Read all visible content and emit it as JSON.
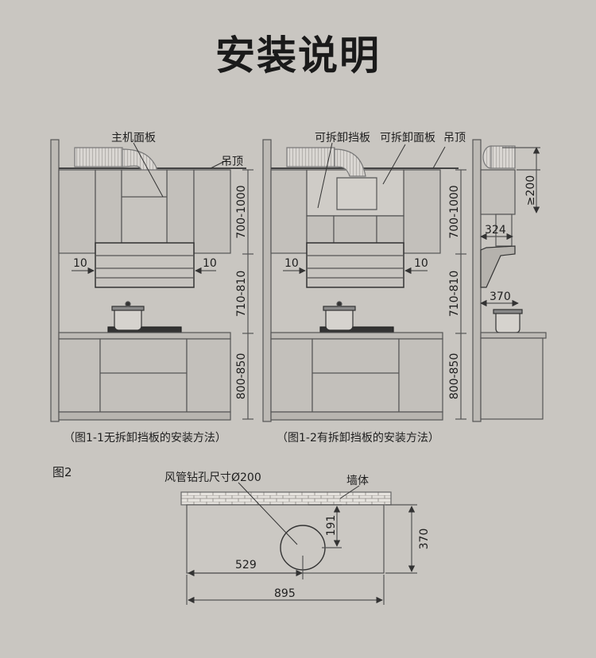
{
  "title": "安装说明",
  "fig1": {
    "label_main_panel": "主机面板",
    "label_ceiling": "吊顶",
    "dim_height_top": "700-1000",
    "dim_height_mid": "710-810",
    "dim_height_bottom": "800-850",
    "dim_side_left": "10",
    "dim_side_right": "10",
    "caption": "（图1-1无拆卸挡板的安装方法）"
  },
  "fig2": {
    "label_baffle": "可拆卸挡板",
    "label_panel": "可拆卸面板",
    "label_ceiling": "吊顶",
    "dim_height_top": "700-1000",
    "dim_height_mid": "710-810",
    "dim_height_bottom": "800-850",
    "dim_side_left": "10",
    "dim_side_right": "10",
    "caption": "（图1-2有拆卸挡板的安装方法）"
  },
  "fig3": {
    "dim_top": "≥200",
    "dim_mid": "324",
    "dim_low": "370"
  },
  "fig4": {
    "label": "图2",
    "label_hole": "风管钻孔尺寸Ø200",
    "label_wall": "墙体",
    "dim_191": "191",
    "dim_529": "529",
    "dim_370": "370",
    "dim_895": "895"
  }
}
